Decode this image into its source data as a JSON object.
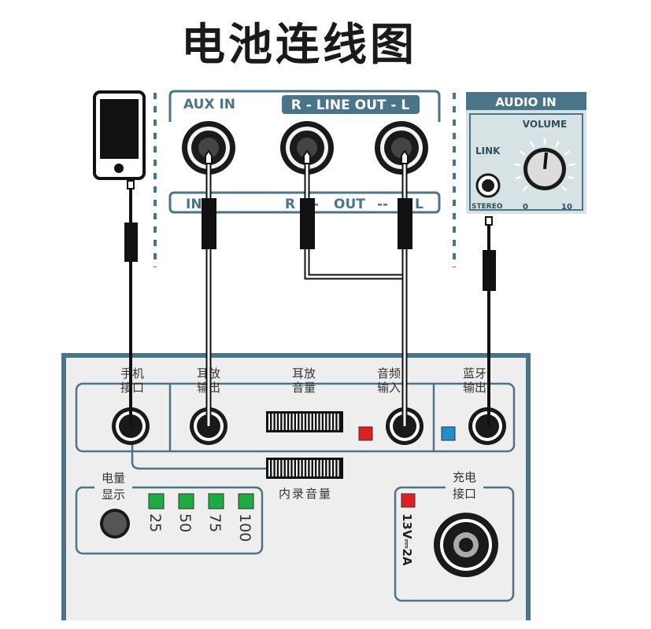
{
  "title": "电池连线图",
  "colors": {
    "panel_blue": "#4a7487",
    "led_green": "#1faa44",
    "led_red": "#e02020",
    "led_blue": "#1f8fd0",
    "cable": "#111111"
  },
  "mixer": {
    "aux_in": "AUX IN",
    "line_out_top": "R - LINE OUT - L",
    "in_label": "IN",
    "out_r": "R",
    "out_dash1": "-",
    "out_label": "OUT",
    "out_dash2": "--",
    "out_l": "L"
  },
  "audio_in_panel": {
    "title": "AUDIO IN",
    "volume": "VOLUME",
    "link": "LINK",
    "stereo": "STEREO",
    "vol_min": "0",
    "vol_max": "10"
  },
  "device": {
    "phone_port_1": "手机",
    "phone_port_2": "接口",
    "ear_out_1": "耳放",
    "ear_out_2": "输出",
    "ear_vol_1": "耳放",
    "ear_vol_2": "音量",
    "audio_in_1": "音频",
    "audio_in_2": "输入",
    "bt_out_1": "蓝牙",
    "bt_out_2": "输出",
    "rec_vol": "内录音量",
    "battery_1": "电量",
    "battery_2": "显示",
    "battery_levels": [
      "25",
      "50",
      "75",
      "100"
    ],
    "charge_1": "充电",
    "charge_2": "接口",
    "voltage": "13V⎓2A"
  }
}
